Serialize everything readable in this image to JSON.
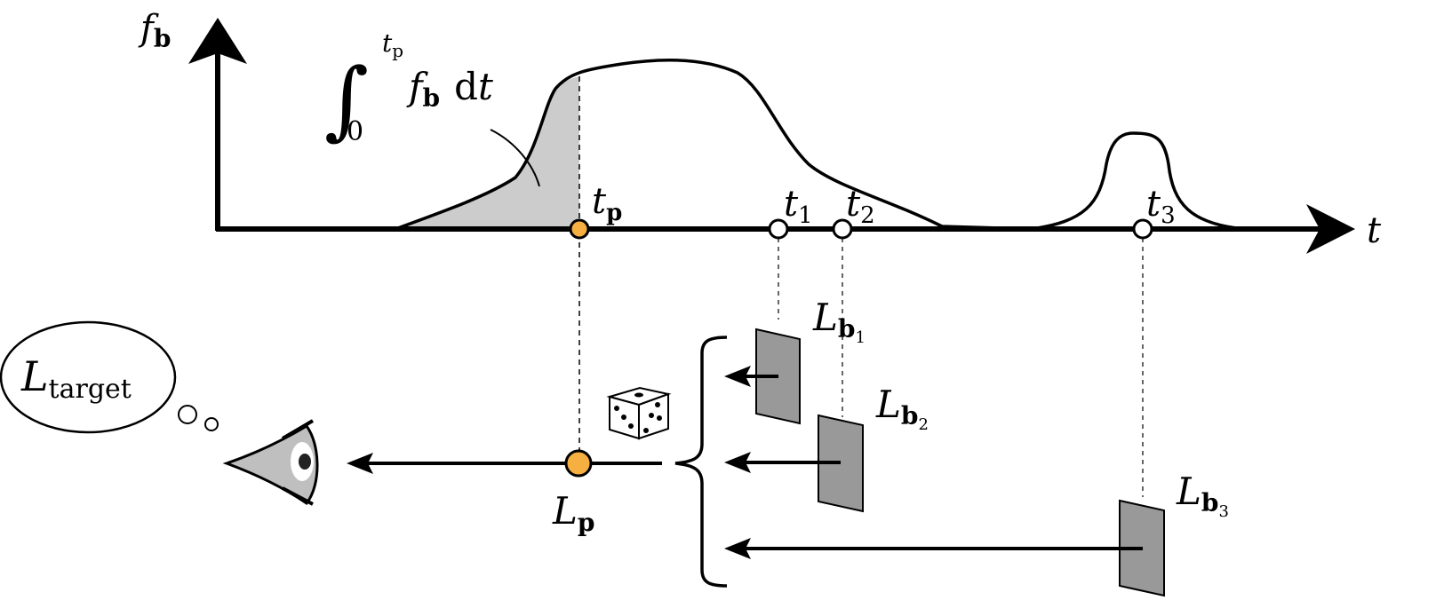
{
  "colors": {
    "ink": "#000000",
    "shade": "#cccccc",
    "panel": "#999999",
    "marker_p": "#f5b041",
    "marker_open": "#ffffff",
    "eye_fill": "#bfbfbf",
    "eye_white": "#ffffff",
    "pupil": "#222222"
  },
  "axis": {
    "y_label_main": "f",
    "y_label_sub": "b",
    "x_label": "t"
  },
  "integral": {
    "symbol": "∫",
    "upper_main": "t",
    "upper_sub": "p",
    "lower": "0",
    "integrand_main": "f",
    "integrand_sub": "b",
    "differential_d": "d",
    "differential_var": "t"
  },
  "time_markers": {
    "tp": {
      "main": "t",
      "sub": "p"
    },
    "t1": {
      "main": "t",
      "sub": "1"
    },
    "t2": {
      "main": "t",
      "sub": "2"
    },
    "t3": {
      "main": "t",
      "sub": "3"
    }
  },
  "target": {
    "main": "L",
    "sub": "target"
  },
  "lp": {
    "main": "L",
    "sub": "p"
  },
  "panels": {
    "b1": {
      "main": "L",
      "sub": "b",
      "subsub": "1"
    },
    "b2": {
      "main": "L",
      "sub": "b",
      "subsub": "2"
    },
    "b3": {
      "main": "L",
      "sub": "b",
      "subsub": "3"
    }
  },
  "icons": [
    "eye-icon",
    "dice-icon",
    "thought-bubble-icon"
  ]
}
